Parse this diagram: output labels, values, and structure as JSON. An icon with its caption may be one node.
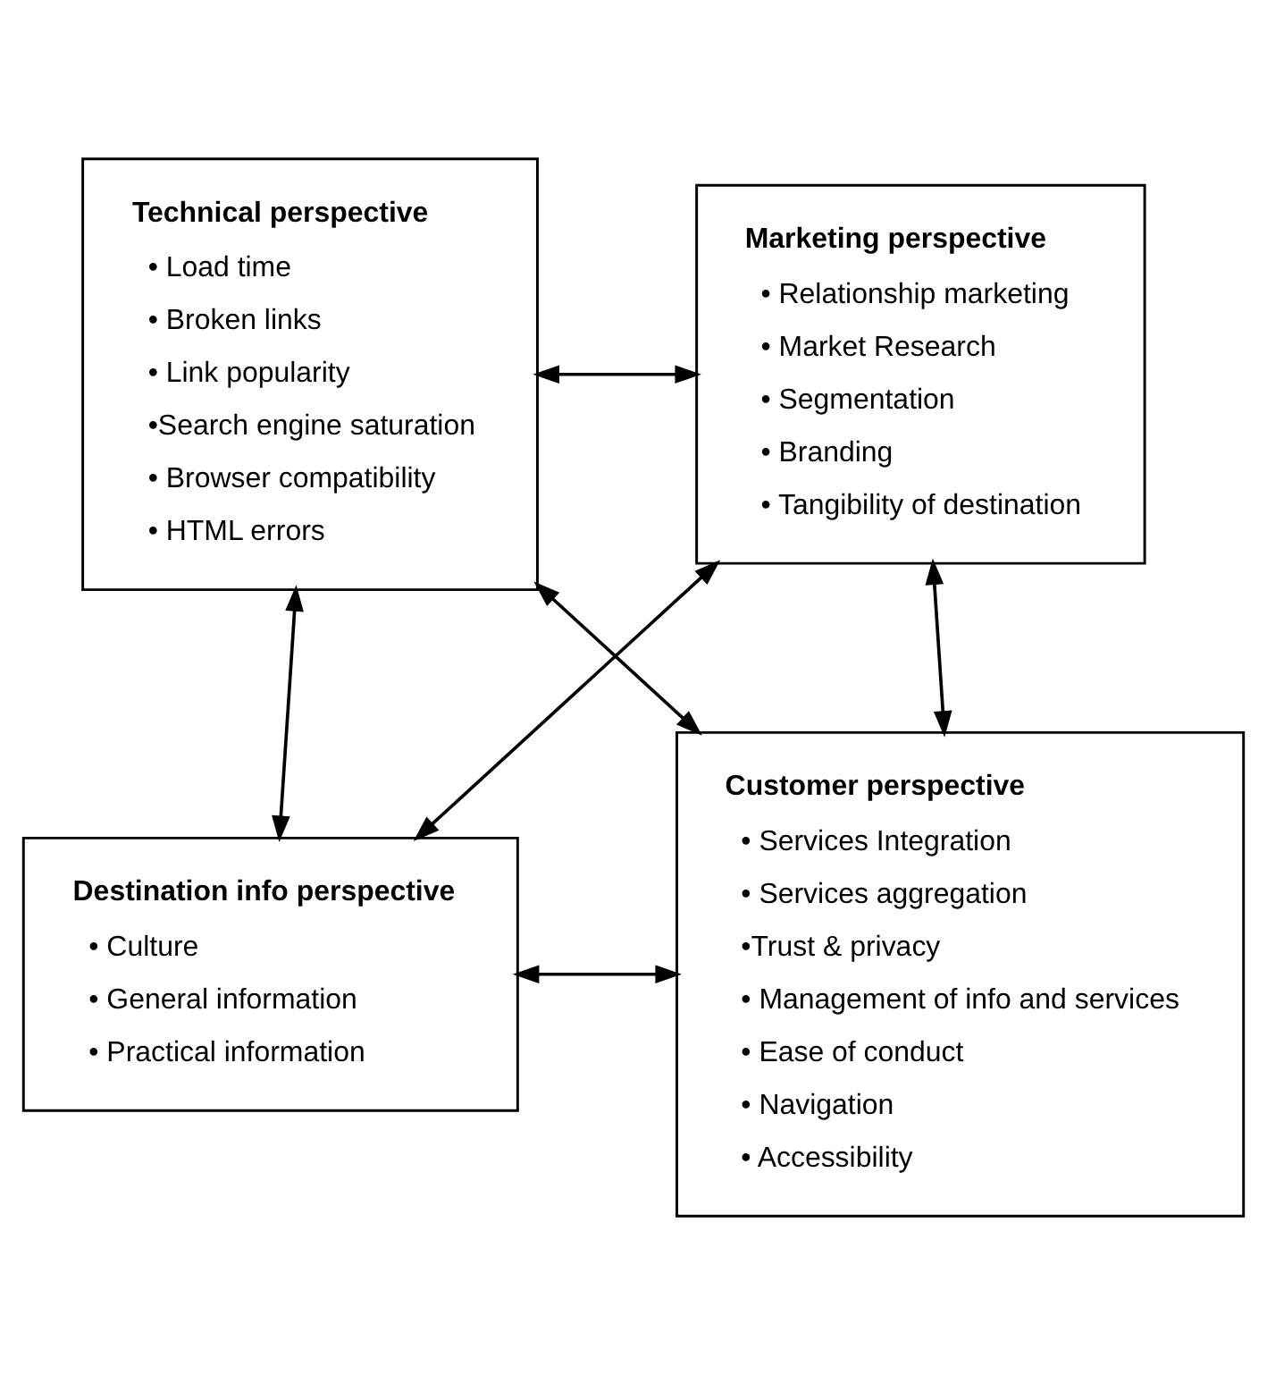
{
  "diagram": {
    "nodes": [
      {
        "text": [
          "Technical perspective",
          "• Load time",
          "• Broken links",
          "• Link popularity",
          "•Search engine saturation",
          "• Browser compatibility",
          "• HTML errors"
        ]
      },
      {
        "text": [
          "Marketing perspective",
          "• Relationship marketing",
          "• Market Research",
          "• Segmentation",
          "• Branding",
          "• Tangibility of destination"
        ]
      },
      {
        "text": [
          "Destination info perspective",
          "• Culture",
          "• General information",
          "• Practical information"
        ]
      },
      {
        "text": [
          "Customer perspective",
          "• Services Integration",
          "• Services aggregation",
          "•Trust & privacy",
          "• Management of info and services",
          "• Ease of conduct",
          "• Navigation",
          "• Accessibility"
        ]
      }
    ],
    "edges": [
      {
        "from": 0,
        "to": 1,
        "arrow": "both"
      },
      {
        "from": 0,
        "to": 2,
        "arrow": "both"
      },
      {
        "from": 1,
        "to": 3,
        "arrow": "both"
      },
      {
        "from": 0,
        "to": 3,
        "arrow": "both"
      },
      {
        "from": 1,
        "to": 2,
        "arrow": "both"
      },
      {
        "from": 2,
        "to": 3,
        "arrow": "both"
      }
    ]
  }
}
